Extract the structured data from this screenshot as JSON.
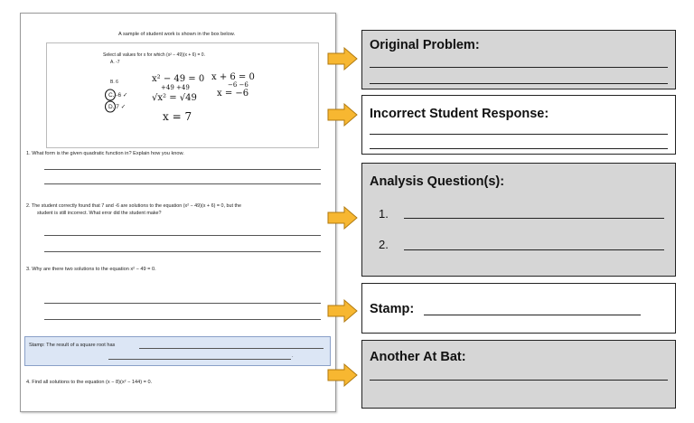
{
  "worksheet": {
    "sample_caption": "A sample of student work is shown in the box below.",
    "select_instruction": "Select all values for x for which (x² − 49)(x + 6) = 0.",
    "choice_a": "A.  -7",
    "choice_b": "B.  6",
    "choice_c": "C.  -6 ✓",
    "choice_d": "D.  7 ✓",
    "work_1": "x² − 49 = 0",
    "work_1b": "+49  +49",
    "work_2": "√x² = √49",
    "work_3": "x = 7",
    "work_4": "x + 6 = 0",
    "work_4b": "−6  −6",
    "work_5": "x = −6",
    "q1": "1.   What form is the given quadratic function in? Explain how you know.",
    "q2_line1": "2.   The student correctly found that 7 and -6 are solutions to the equation (x² − 49)(x + 6) = 0, but the",
    "q2_line2": "student is still incorrect. What error did the student make?",
    "q3": "3.   Why are there two solutions to the equation x² − 49 = 0.",
    "stamp_text": "Stamp: The result of a square root has",
    "stamp_end": ".",
    "q4": "4.   Find all solutions to the equation (x − 8)(x² − 144) = 0."
  },
  "panels": {
    "original_problem": "Original Problem:",
    "incorrect_response": "Incorrect Student Response:",
    "analysis_questions": "Analysis Question(s):",
    "item_1": "1.",
    "item_2": "2.",
    "stamp": "Stamp:",
    "another_at_bat": "Another At Bat:"
  },
  "colors": {
    "panel_gray": "#d6d6d6",
    "arrow_fill": "#f7b731",
    "arrow_stroke": "#b07a10",
    "stamp_highlight": "#dce6f5"
  }
}
